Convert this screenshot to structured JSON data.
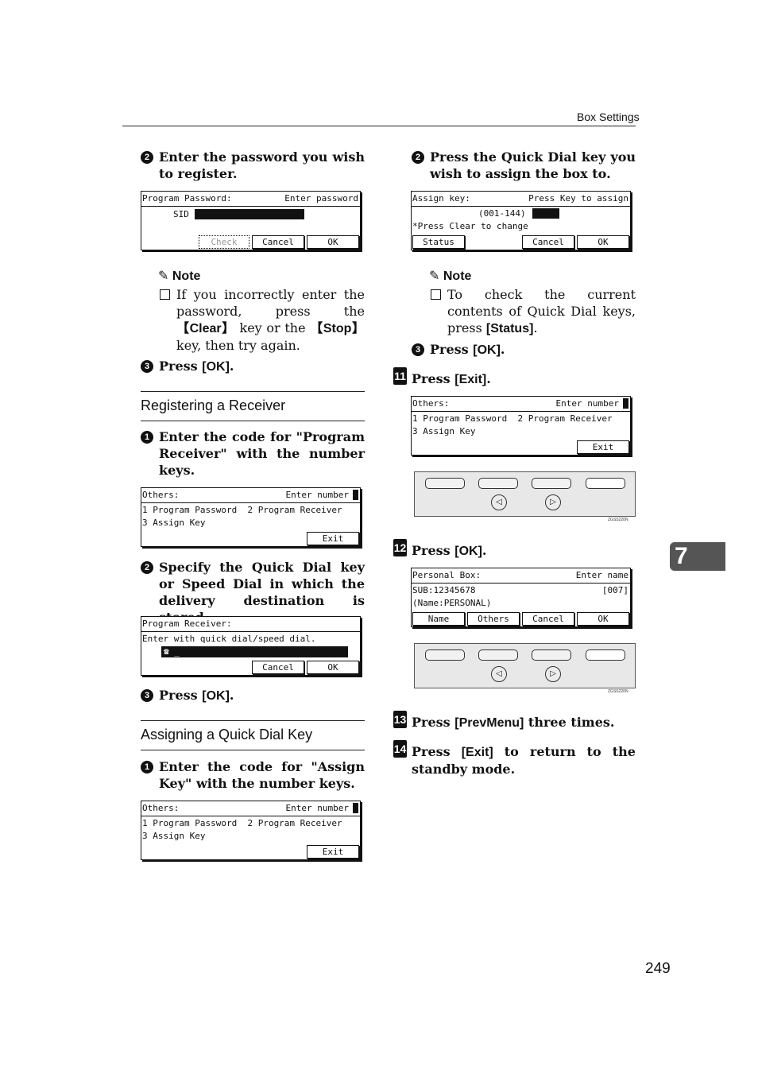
{
  "header": {
    "section": "Box Settings"
  },
  "page_number": "249",
  "chapter_tab": "7",
  "left": {
    "step_a2": {
      "num": "2",
      "text": "Enter the password you wish to register."
    },
    "lcd1": {
      "r1l": "Program Password:",
      "r1r": "Enter password",
      "r2": "SID",
      "b1": "Check",
      "b2": "Cancel",
      "b3": "OK"
    },
    "note1": {
      "title": "Note",
      "t1": "If you incorrectly enter the password, press the ",
      "k1": "【Clear】",
      "t2": " key or the ",
      "k2": "【Stop】",
      "t3": " key, then try again."
    },
    "step_a3": {
      "num": "3",
      "pre": "Press ",
      "key": "[OK]",
      "post": "."
    },
    "section1": "Registering a Receiver",
    "step_b1": {
      "num": "1",
      "text": "Enter the code for \"Program Receiver\" with the number keys."
    },
    "lcd2": {
      "r1l": "Others:",
      "r1r": "Enter number",
      "r2": "1 Program Password  2 Program Receiver",
      "r3": "3 Assign Key",
      "b1": "Exit"
    },
    "step_b2": {
      "num": "2",
      "text": "Specify the Quick Dial key or Speed Dial in which the delivery destination is stored."
    },
    "lcd3": {
      "r1": "Program Receiver:",
      "r2": "Enter with quick dial/speed dial.",
      "r3": "☎ _",
      "b1": "Cancel",
      "b2": "OK"
    },
    "step_b3": {
      "num": "3",
      "pre": "Press ",
      "key": "[OK]",
      "post": "."
    },
    "section2": "Assigning a Quick Dial Key",
    "step_c1": {
      "num": "1",
      "text": "Enter the code for \"Assign Key\" with the number keys."
    },
    "lcd4": {
      "r1l": "Others:",
      "r1r": "Enter number",
      "r2": "1 Program Password  2 Program Receiver",
      "r3": "3 Assign Key",
      "b1": "Exit"
    }
  },
  "right": {
    "step_c2": {
      "num": "2",
      "text": "Press the Quick Dial key you wish to assign the box to."
    },
    "lcd5": {
      "r1l": "Assign key:",
      "r1r": "Press Key to assign",
      "r2": "(001-144)",
      "r3": "*Press Clear to change",
      "b1": "Status",
      "b2": "Cancel",
      "b3": "OK"
    },
    "note2": {
      "title": "Note",
      "t1": "To check the current contents of Quick Dial keys, press ",
      "k1": "[Status]",
      "t2": "."
    },
    "step_c3": {
      "num": "3",
      "pre": "Press ",
      "key": "[OK]",
      "post": "."
    },
    "step11": {
      "num": "11",
      "pre": "Press ",
      "key": "[Exit]",
      "post": "."
    },
    "lcd6": {
      "r1l": "Others:",
      "r1r": "Enter number",
      "r2": "1 Program Password  2 Program Receiver",
      "r3": "3 Assign Key",
      "b1": "Exit"
    },
    "panel_code": "ZGSS220N",
    "step12": {
      "num": "12",
      "pre": "Press ",
      "key": "[OK]",
      "post": "."
    },
    "lcd7": {
      "r1l": "Personal Box:",
      "r1r": "Enter name",
      "r2l": "SUB:12345678",
      "r2r": "[007]",
      "r3": "(Name:PERSONAL)",
      "b1": "Name",
      "b2": "Others",
      "b3": "Cancel",
      "b4": "OK"
    },
    "step13": {
      "num": "13",
      "pre": "Press ",
      "key": "[PrevMenu]",
      "post": " three times."
    },
    "step14": {
      "num": "14",
      "pre": "Press ",
      "key": "[Exit]",
      "post": " to return to the standby mode."
    }
  }
}
